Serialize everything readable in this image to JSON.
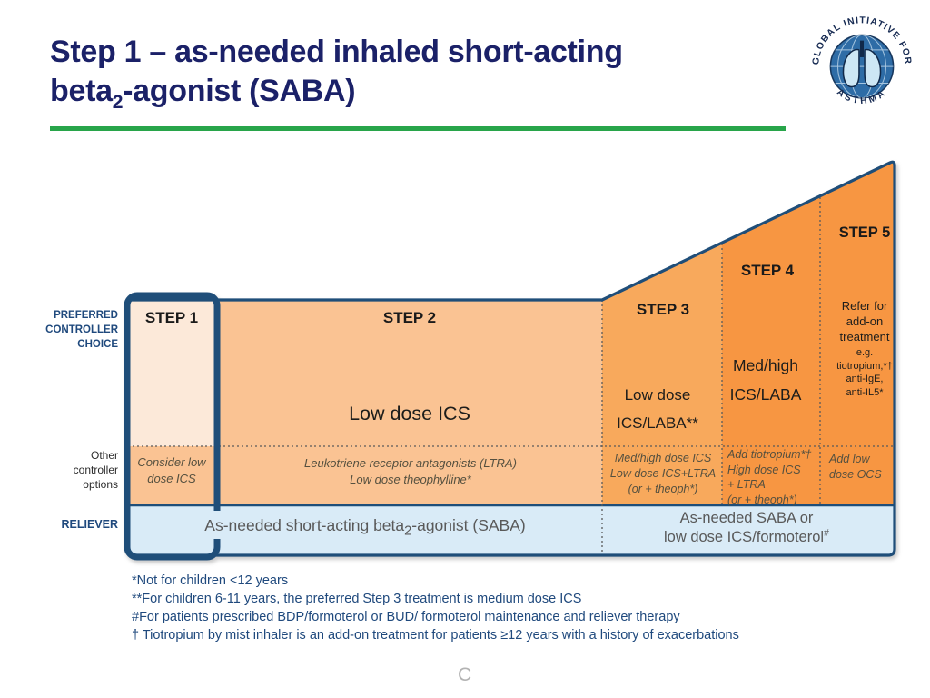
{
  "title": {
    "line1": "Step 1 – as-needed inhaled short-acting",
    "line2_pre": "beta",
    "line2_sub": "2",
    "line2_post": "-agonist (SABA)"
  },
  "logo": {
    "arc_top": "GLOBAL INITIATIVE FOR",
    "arc_bottom": "ASTHMA"
  },
  "row_labels": {
    "preferred": "PREFERRED\nCONTROLLER\nCHOICE",
    "other": "Other\ncontroller\noptions",
    "reliever": "RELIEVER"
  },
  "steps": {
    "step1": {
      "label": "STEP 1",
      "other": "Consider low\ndose ICS"
    },
    "step2": {
      "label": "STEP 2",
      "preferred": "Low dose ICS",
      "other": "Leukotriene receptor antagonists (LTRA)\nLow dose theophylline*"
    },
    "step3": {
      "label": "STEP 3",
      "preferred": "Low dose\nICS/LABA**",
      "other": "Med/high dose ICS\nLow dose ICS+LTRA\n(or + theoph*)"
    },
    "step4": {
      "label": "STEP 4",
      "preferred": "Med/high\nICS/LABA",
      "other": "Add tiotropium*†\nHigh dose ICS\n+ LTRA\n(or + theoph*)"
    },
    "step5": {
      "label": "STEP 5",
      "preferred_main": "Refer for\nadd-on\ntreatment",
      "preferred_sub": "e.g.\ntiotropium,*†\nanti-IgE,\nanti-IL5*",
      "other": "Add low\ndose OCS"
    }
  },
  "reliever": {
    "left_pre": "As-needed short-acting beta",
    "left_sub": "2",
    "left_post": "-agonist (SABA)",
    "right_line1": "As-needed SABA or",
    "right_line2": "low dose ICS/formoterol",
    "right_sup": "#"
  },
  "footnotes": [
    "*Not for children <12 years",
    "**For children 6-11 years, the preferred Step 3 treatment is medium dose ICS",
    "#For patients prescribed BDP/formoterol or BUD/ formoterol maintenance and reliever therapy",
    "† Tiotropium by mist inhaler is an add-on treatment for patients ≥12 years with a history of exacerbations"
  ],
  "watermark": "C",
  "colors": {
    "title_navy": "#1b2168",
    "border_navy": "#1f4e79",
    "green_accent": "#28a54a",
    "step1_fill": "#fce9d9",
    "step2_fill": "#fac393",
    "step3_fill": "#f8a95c",
    "step45_fill": "#f79642",
    "reliever_fill": "#d9ebf7",
    "label_blue": "#1f497d",
    "footnote_blue": "#1f497d"
  }
}
